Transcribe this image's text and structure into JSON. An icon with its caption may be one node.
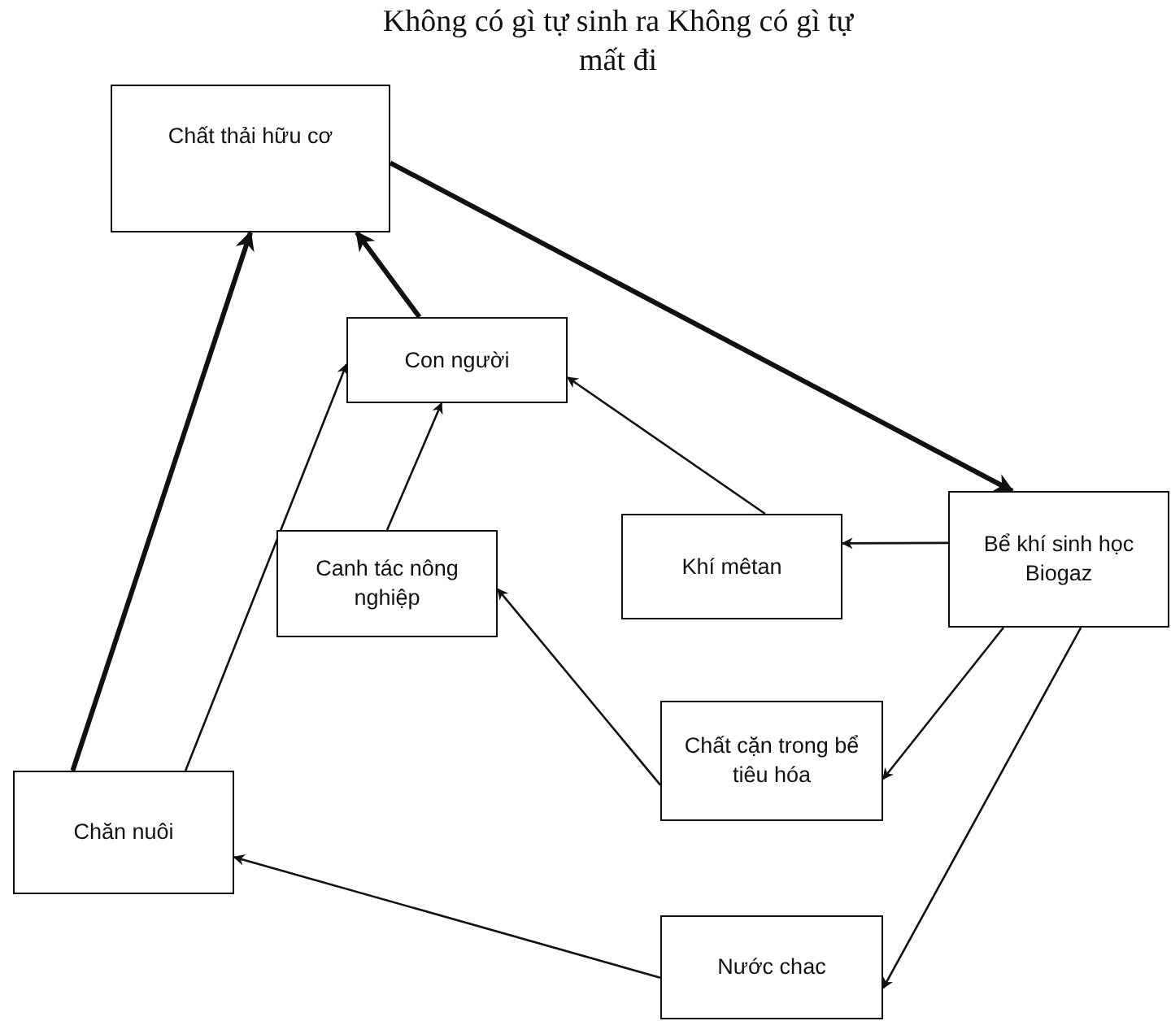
{
  "diagram": {
    "title": "Không có gì tự sinh ra Không có gì tự mất đi",
    "nodes": [
      {
        "text": [
          "Chất thải hữu cơ"
        ]
      },
      {
        "text": [
          "Con người"
        ]
      },
      {
        "text": [
          "Khí mêtan"
        ]
      },
      {
        "text": [
          "Bể khí sinh học Biogaz"
        ]
      },
      {
        "text": [
          "Canh tác nông nghiệp"
        ]
      },
      {
        "text": [
          "Chất cặn trong bể tiêu hóa"
        ]
      },
      {
        "text": [
          "Chăn nuôi"
        ]
      },
      {
        "text": [
          "Nước chac"
        ]
      }
    ],
    "edges": [
      {
        "from": 0,
        "to": 3,
        "arrow": "to",
        "style": "thick"
      },
      {
        "from": 3,
        "to": 2,
        "arrow": "to"
      },
      {
        "from": 2,
        "to": 1,
        "arrow": "to"
      },
      {
        "from": 4,
        "to": 1,
        "arrow": "to"
      },
      {
        "from": 3,
        "to": 5,
        "arrow": "to"
      },
      {
        "from": 3,
        "to": 7,
        "arrow": "to"
      },
      {
        "from": 5,
        "to": 4,
        "arrow": "to"
      },
      {
        "from": 7,
        "to": 6,
        "arrow": "to"
      },
      {
        "from": 6,
        "to": 0,
        "arrow": "to",
        "style": "thick"
      },
      {
        "from": 1,
        "to": 0,
        "arrow": "to",
        "style": "thick"
      },
      {
        "from": 6,
        "to": 1,
        "arrow": "to"
      }
    ]
  }
}
